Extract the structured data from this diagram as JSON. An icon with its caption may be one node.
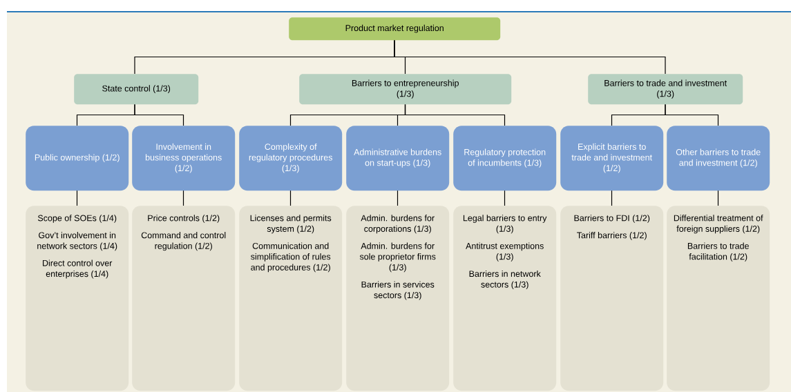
{
  "diagram": {
    "nodes": [
      {
        "text": [
          "Product market regulation"
        ]
      },
      {
        "text": [
          "State control (1/3)"
        ]
      },
      {
        "text": [
          "Barriers to entrepreneurship (1/3)"
        ]
      },
      {
        "text": [
          "Barriers to trade and investment (1/3)"
        ]
      },
      {
        "text": [
          "Public ownership (1/2)"
        ]
      },
      {
        "text": [
          "Involvement in business operations (1/2)"
        ]
      },
      {
        "text": [
          "Complexity of regulatory procedures (1/3)"
        ]
      },
      {
        "text": [
          "Administrative burdens on start-ups (1/3)"
        ]
      },
      {
        "text": [
          "Regulatory protection of incumbents (1/3)"
        ]
      },
      {
        "text": [
          "Explicit barriers to trade and investment (1/2)"
        ]
      },
      {
        "text": [
          "Other barriers to trade and investment (1/2)"
        ]
      },
      {
        "text": [
          "Scope of SOEs (1/4)",
          "Gov’t involvement in network sectors (1/4)",
          "Direct control over enterprises (1/4)"
        ]
      },
      {
        "text": [
          "Price controls (1/2)",
          "Command and control regulation (1/2)"
        ]
      },
      {
        "text": [
          "Licenses and permits system (1/2)",
          "Communication and simplification of rules and procedures (1/2)"
        ]
      },
      {
        "text": [
          "Admin. burdens for corporations (1/3)",
          "Admin. burdens for sole proprietor firms (1/3)",
          "Barriers in services sectors (1/3)"
        ]
      },
      {
        "text": [
          "Legal barriers to entry (1/3)",
          "Antitrust exemptions (1/3)",
          "Barriers in network sectors (1/3)"
        ]
      },
      {
        "text": [
          "Barriers to FDI (1/2)",
          "Tariff barriers (1/2)"
        ]
      },
      {
        "text": [
          "Differential treatment of foreign suppliers (1/2)",
          "Barriers to trade facilitation (1/2)"
        ]
      }
    ],
    "edges": [
      {
        "from": 0,
        "to": 1,
        "arrow": "none"
      },
      {
        "from": 0,
        "to": 2,
        "arrow": "none"
      },
      {
        "from": 0,
        "to": 3,
        "arrow": "none"
      },
      {
        "from": 1,
        "to": 4,
        "arrow": "none"
      },
      {
        "from": 1,
        "to": 5,
        "arrow": "none"
      },
      {
        "from": 2,
        "to": 6,
        "arrow": "none"
      },
      {
        "from": 2,
        "to": 7,
        "arrow": "none"
      },
      {
        "from": 2,
        "to": 8,
        "arrow": "none"
      },
      {
        "from": 3,
        "to": 9,
        "arrow": "none"
      },
      {
        "from": 3,
        "to": 10,
        "arrow": "none"
      },
      {
        "from": 4,
        "to": 11,
        "arrow": "none"
      },
      {
        "from": 5,
        "to": 12,
        "arrow": "none"
      },
      {
        "from": 6,
        "to": 13,
        "arrow": "none"
      },
      {
        "from": 7,
        "to": 14,
        "arrow": "none"
      },
      {
        "from": 8,
        "to": 15,
        "arrow": "none"
      },
      {
        "from": 9,
        "to": 16,
        "arrow": "none"
      },
      {
        "from": 10,
        "to": 17,
        "arrow": "none"
      }
    ]
  }
}
